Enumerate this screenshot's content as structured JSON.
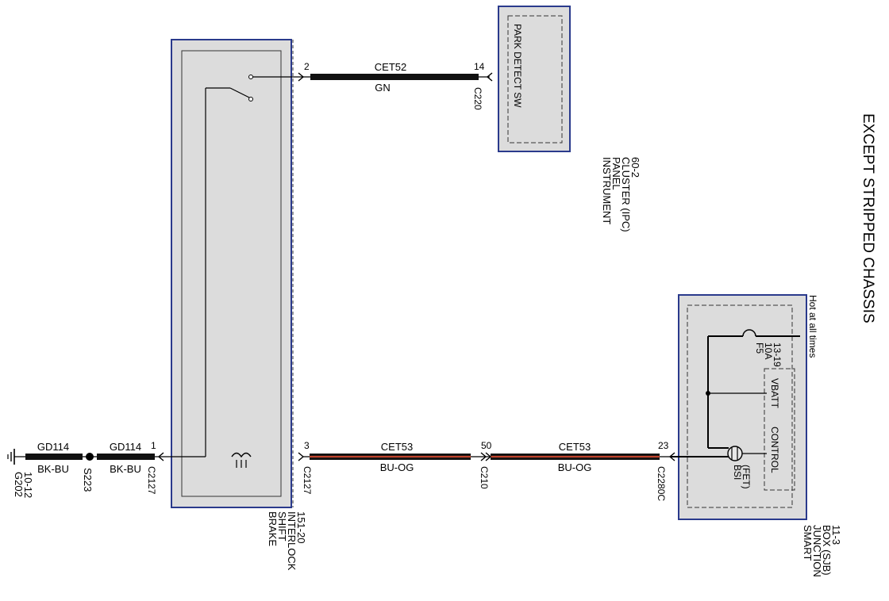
{
  "diagram_title": "EXCEPT STRIPPED CHASSIS",
  "colors": {
    "component_fill": "#dcdcdc",
    "component_border": "#2a3a8c",
    "wire_dark": "#111111",
    "stripe": "#c0432c"
  },
  "brake_shift_interlock": {
    "label_lines": [
      "BRAKE",
      "SHIFT",
      "INTERLOCK",
      "151-20"
    ]
  },
  "instrument_panel_cluster": {
    "inner_label": "PARK DETECT SW",
    "label_lines": [
      "INSTRUMENT",
      "PANEL",
      "CLUSTER (IPC)",
      "60-2"
    ]
  },
  "smart_junction_box": {
    "label_lines": [
      "SMART",
      "JUNCTION",
      "BOX (SJB)",
      "11-3"
    ],
    "hot_label": "Hot at all times",
    "fuse_lines": [
      "F5",
      "10A",
      "13-19"
    ],
    "vbatt": "VBATT",
    "control": "CONTROL",
    "bsi_lines": [
      "BSI",
      "(FET)"
    ]
  },
  "wires": {
    "cet52": {
      "circuit": "CET52",
      "color": "GN"
    },
    "cet53_a": {
      "circuit": "CET53",
      "color": "BU-OG"
    },
    "cet53_b": {
      "circuit": "CET53",
      "color": "BU-OG"
    },
    "gd114_a": {
      "circuit": "GD114",
      "color": "BK-BU"
    },
    "gd114_b": {
      "circuit": "GD114",
      "color": "BK-BU"
    }
  },
  "connectors": {
    "c2127_pin2": {
      "pin": "2"
    },
    "c220": {
      "pin": "14",
      "name": "C220"
    },
    "c2127_pin3": {
      "pin": "3",
      "name": "C2127"
    },
    "c210": {
      "pin": "50",
      "name": "C210"
    },
    "c2280c": {
      "pin": "23",
      "name": "C2280C"
    },
    "c2127_pin1": {
      "pin": "1",
      "name": "C2127"
    }
  },
  "splice": "S223",
  "ground_lines": [
    "G202",
    "10-12"
  ]
}
